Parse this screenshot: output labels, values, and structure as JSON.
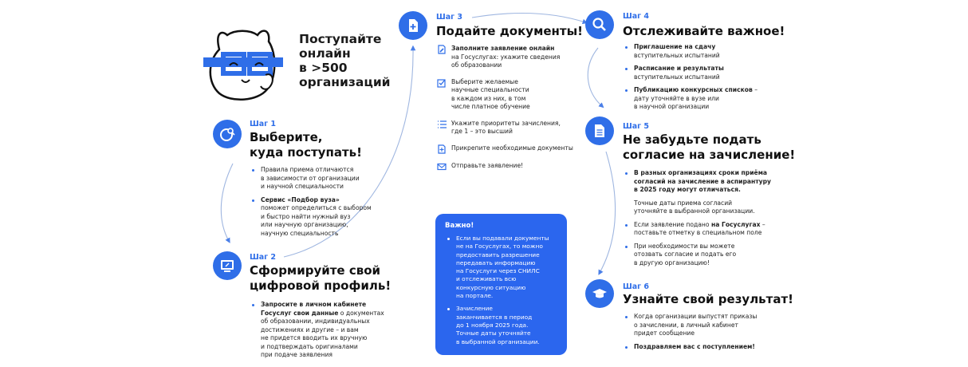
{
  "headline": "Поступайте\nонлайн\nв >500\nорганизаций",
  "colors": {
    "accent": "#2f6ee8",
    "important_bg": "#2b66ee"
  },
  "mascot": "cat-with-pixel-glasses",
  "steps": [
    {
      "label": "Шаг 1",
      "icon": "globe-search-icon",
      "title": "Выберите,\nкуда поступать!",
      "bullets": [
        {
          "bold": "",
          "text": "Правила приема отличаются\nв зависимости от организации\nи научной специальности"
        },
        {
          "bold": "Сервис «Подбор вуза»",
          "text": "\nпоможет определиться с выбором\nи быстро найти нужный вуз\nили научную организацию,\nнаучную специальность"
        }
      ]
    },
    {
      "label": "Шаг 2",
      "icon": "computer-icon",
      "title": "Сформируйте свой\nцифровой профиль!",
      "bullets": [
        {
          "bold": "Запросите в личном кабинете\nГосуслуг свои данные",
          "text": " о документах\nоб образовании, индивидуальных\nдостижениях и другие – и вам\nне придется вводить их вручную\nи подтверждать оригиналами\nпри подаче заявления"
        }
      ]
    },
    {
      "label": "Шаг 3",
      "icon": "document-plus-icon",
      "title": "Подайте документы!",
      "items": [
        {
          "icon": "edit-document-icon",
          "bold": "Заполните заявление онлайн",
          "text": "\nна Госуслугах: укажите сведения\nоб образовании"
        },
        {
          "icon": "checkbox-icon",
          "bold": "",
          "text": "Выберите желаемые\nнаучные специальности\nв каждом из них, в том\nчисле платное обучение"
        },
        {
          "icon": "list-icon",
          "bold": "",
          "text": "Укажите приоритеты зачисления,\nгде 1 – это высший"
        },
        {
          "icon": "attach-document-icon",
          "bold": "",
          "text": "Прикрепите необходимые документы"
        },
        {
          "icon": "envelope-icon",
          "bold": "",
          "text": "Отправьте заявление!"
        }
      ]
    },
    {
      "label": "Шаг 4",
      "icon": "magnifier-icon",
      "title": "Отслеживайте важное!",
      "bullets": [
        {
          "bold": "Приглашение на сдачу",
          "text": "\nвступительных испытаний"
        },
        {
          "bold": "Расписание и результаты",
          "text": "\nвступительных испытаний"
        },
        {
          "bold": "Публикацию конкурсных списков",
          "text": " –\nдату уточняйте в вузе или\nв научной организации"
        }
      ]
    },
    {
      "label": "Шаг 5",
      "icon": "document-icon",
      "title": "Не забудьте подать\nсогласие на зачисление!",
      "bullets": [
        {
          "bold": "В разных организациях сроки приёма\nсогласий на зачисление в аспирантуру\nв 2025 году могут отличаться.",
          "text": ""
        },
        {
          "bold": "",
          "text": "Точные даты приема согласий\nуточняйте в выбранной организации.",
          "plain": true
        },
        {
          "bold": "",
          "text": "Если заявление подано ",
          "bold2": "на Госуслугах",
          "text2": " –\nпоставьте отметку в специальном поле"
        },
        {
          "bold": "",
          "text": "При необходимости вы можете\nотозвать согласие и подать его\nв другую организацию!"
        }
      ]
    },
    {
      "label": "Шаг 6",
      "icon": "graduation-cap-icon",
      "title": "Узнайте свой результат!",
      "bullets": [
        {
          "bold": "",
          "text": "Когда организации выпустят приказы\nо зачислении, в личный кабинет\nпридет сообщение"
        },
        {
          "bold": "Поздравляем вас с поступлением!",
          "text": ""
        }
      ]
    }
  ],
  "important": {
    "title": "Важно!",
    "bullets": [
      "Если вы подавали документы\nне на Госуслугах, то можно\nпредоставить разрешение\nпередавать информацию\nна Госуслуги через СНИЛС\nи отслеживать всю\nконкурсную ситуацию\nна портале.",
      "Зачисление\nзаканчивается в период\nдо 1 ноября 2025 года.\nТочные даты уточняйте\nв выбранной организации."
    ]
  }
}
